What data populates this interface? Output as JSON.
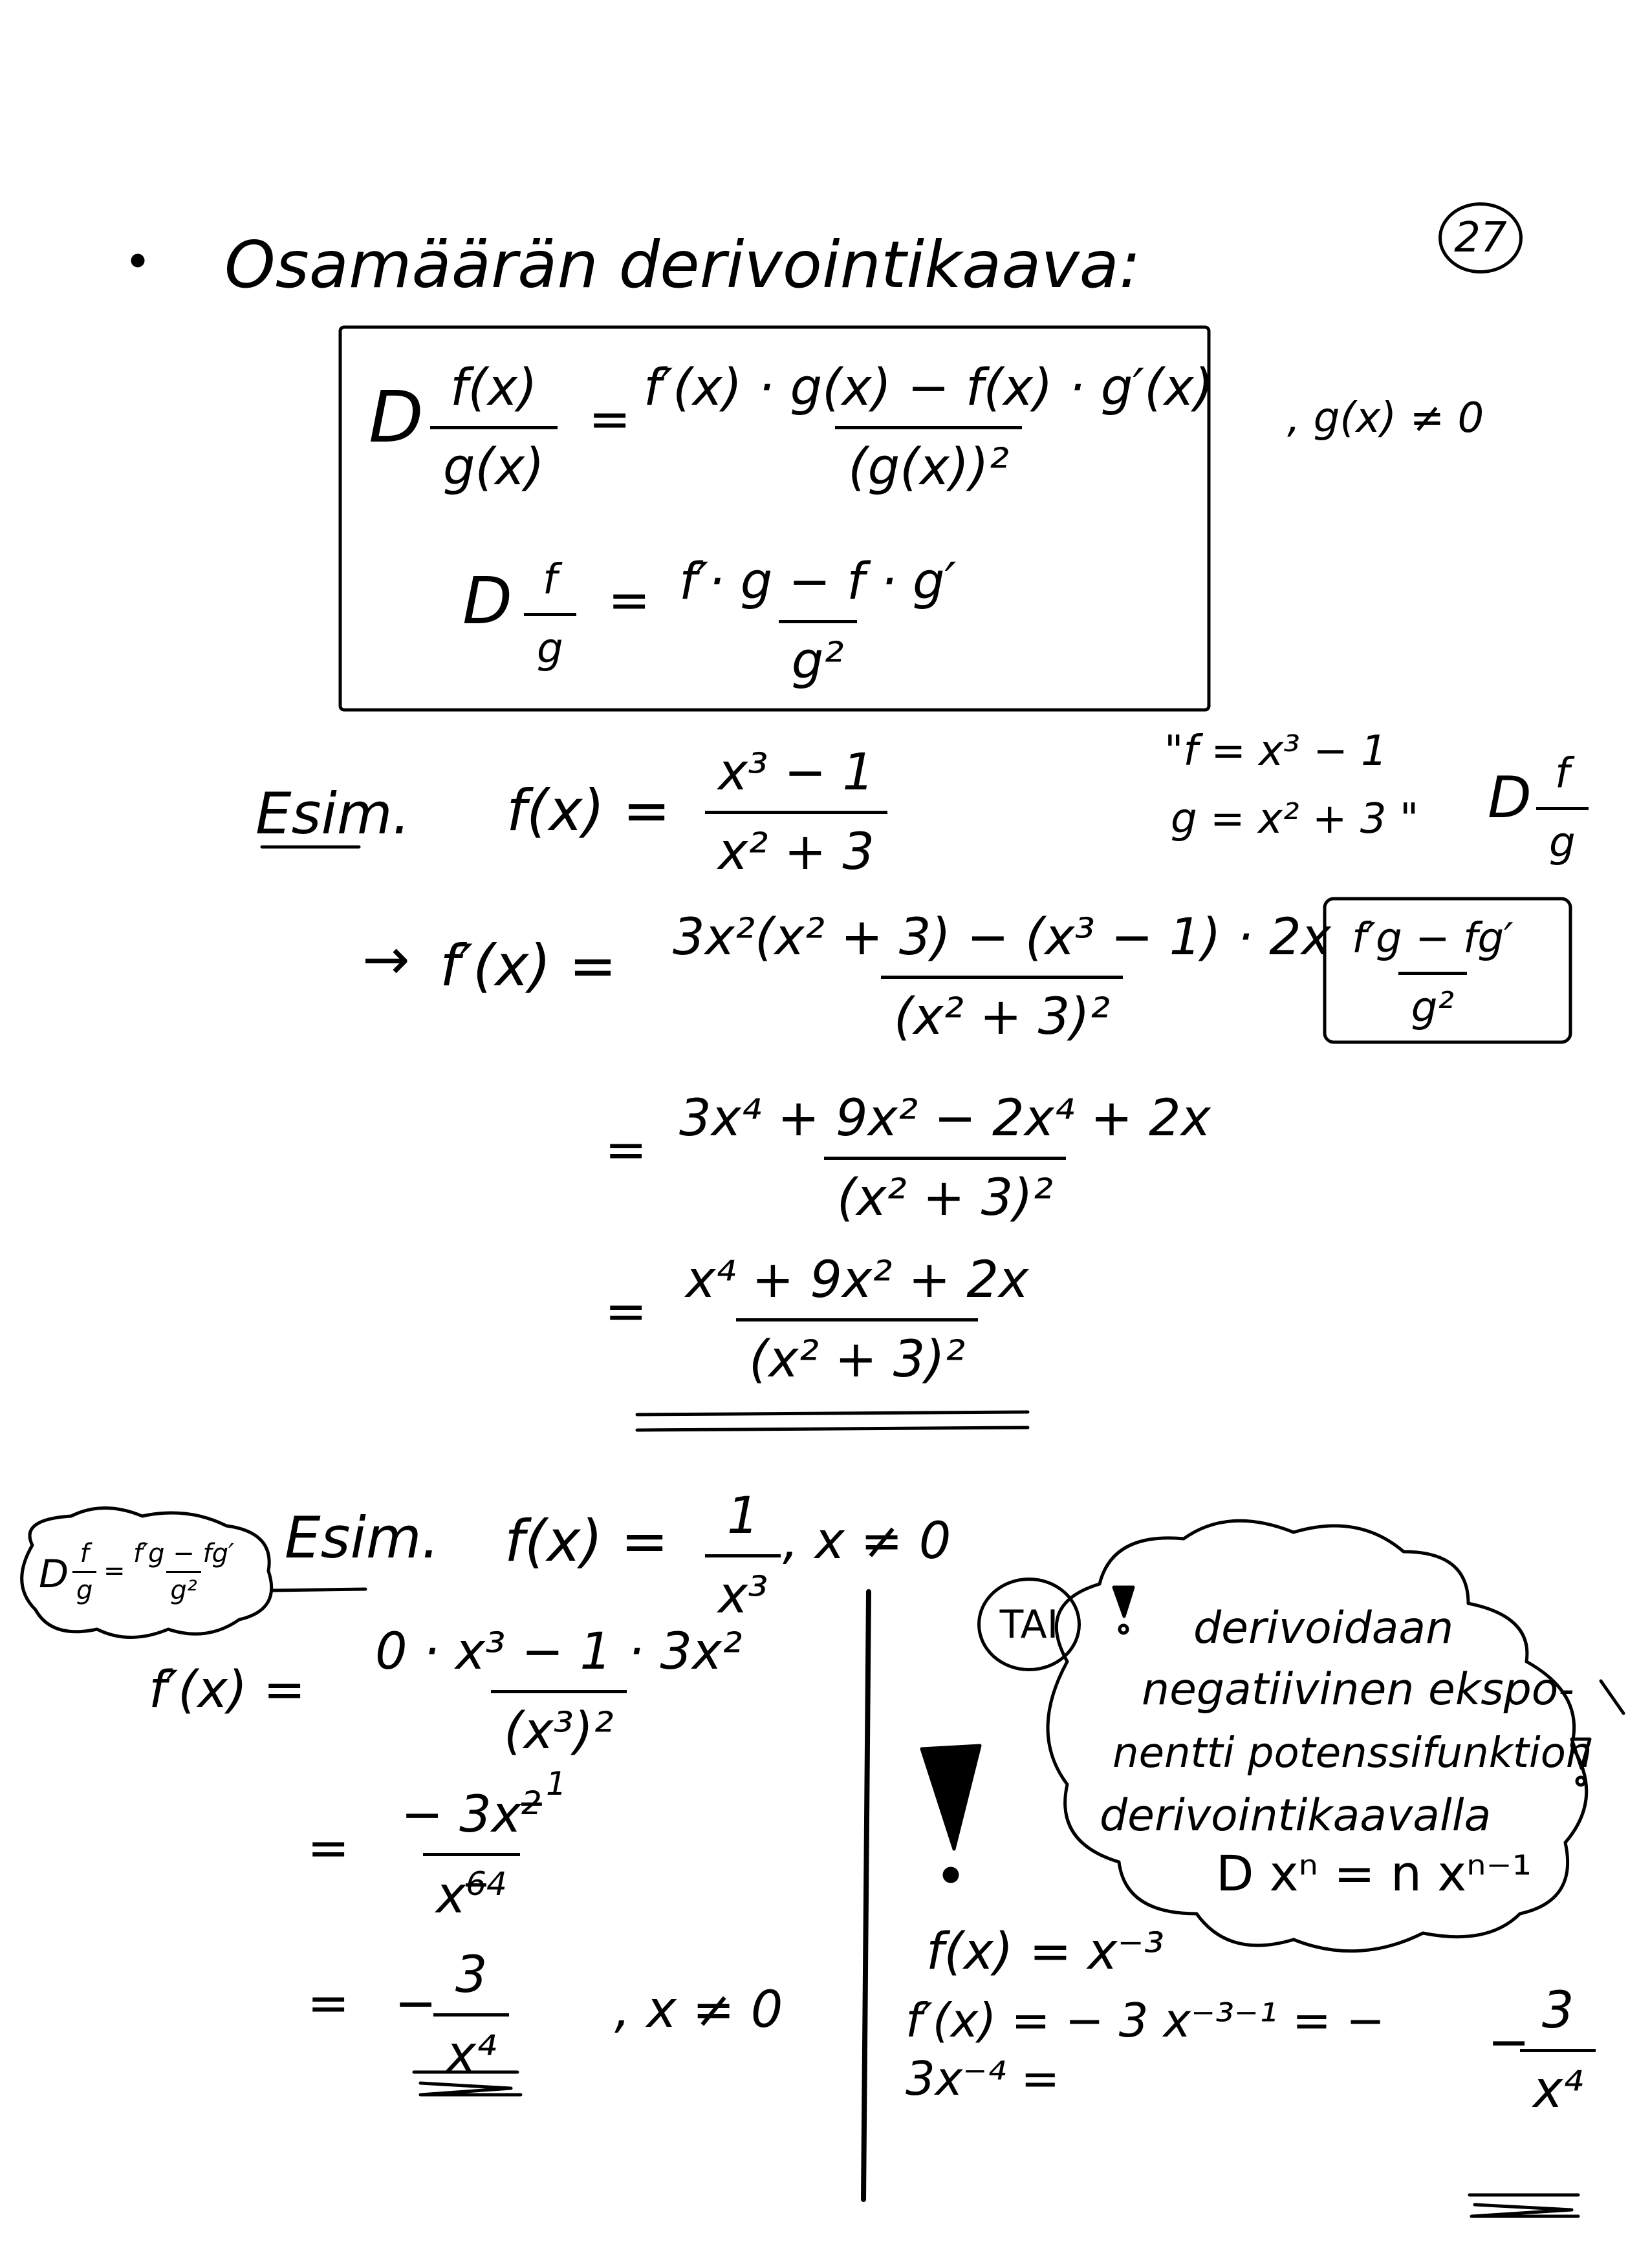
{
  "page_number": "27",
  "title": "Osamäärän derivointikaava:",
  "rule_box": {
    "line1": {
      "lhs_op": "D",
      "lhs_num": "f(x)",
      "lhs_den": "g(x)",
      "eq": "=",
      "num": "f′(x) · g(x) − f(x) · g′(x)",
      "den": "(g(x))²"
    },
    "condition": ", g(x) ≠ 0",
    "line2": {
      "lhs_op": "D",
      "lhs_num": "f",
      "lhs_den": "g",
      "eq": "=",
      "num": "f′· g − f · g′",
      "den": "g²"
    }
  },
  "example1": {
    "label": "Esim.",
    "def_lhs": "f(x) =",
    "def_num": "x³ − 1",
    "def_den": "x² + 3",
    "note_f": "\"f = x³ − 1",
    "note_g": "g = x² + 3 \"",
    "note_op": "D",
    "note_num": "f",
    "note_den": "g",
    "arrow": "→",
    "step1_lhs": "f′(x) =",
    "step1_num": "3x²(x² + 3) − (x³ − 1) · 2x",
    "step1_den": "(x² + 3)²",
    "reminder_num": "f′g − fg′",
    "reminder_den": "g²",
    "step2_eq": "=",
    "step2_num": "3x⁴ + 9x² − 2x⁴ + 2x",
    "step2_den": "(x² + 3)²",
    "step3_eq": "=",
    "step3_num": "x⁴ + 9x² + 2x",
    "step3_den": "(x² + 3)²"
  },
  "example2": {
    "cloud_op": "D",
    "cloud_num": "f",
    "cloud_den": "g",
    "cloud_eq": "=",
    "cloud_rnum": "f′g − fg′",
    "cloud_rden": "g²",
    "label": "Esim.",
    "def_lhs": "f(x) =",
    "def_num": "1",
    "def_den": "x³",
    "def_cond": ", x ≠ 0",
    "step1_lhs": "f′(x) =",
    "step1_num": "0 · x³ − 1 · 3x²",
    "step1_den": "(x³)²",
    "step2_eq": "=",
    "step2_num_a": "− 3x",
    "step2_num_exp": "2",
    "step2_num_exp_corr": "1",
    "step2_den_a": "x",
    "step2_den_exp": "6",
    "step2_den_exp_corr": "4",
    "step3_eq": "=",
    "step3_sign": "−",
    "step3_num": "3",
    "step3_den": "x⁴",
    "step3_cond": ", x ≠ 0"
  },
  "alternative": {
    "tai": "TAI",
    "bubble_lines": [
      "derivoidaan",
      "negatiivinen ekspo-",
      "nentti potenssifunktion",
      "derivointikaavalla"
    ],
    "bubble_formula": "D xⁿ = n xⁿ⁻¹",
    "line1": "f(x) = x⁻³",
    "line2": "f′(x) = − 3 x⁻³⁻¹ = − 3x⁻⁴ =",
    "line2_sign": "−",
    "line2_num": "3",
    "line2_den": "x⁴"
  }
}
